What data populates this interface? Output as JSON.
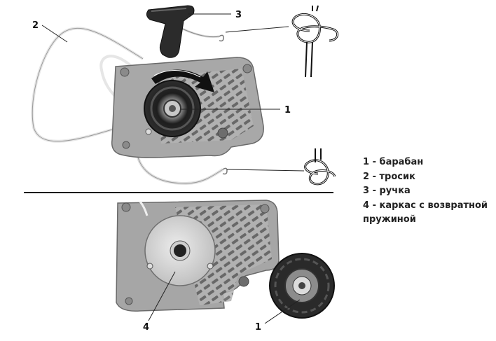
{
  "callouts": {
    "top_drum": "1",
    "top_cord": "2",
    "top_handle": "3",
    "bottom_frame": "4",
    "bottom_drum": "1"
  },
  "legend": {
    "items": [
      "1 - барабан",
      "2 - тросик",
      "3 - ручка",
      "4 -  каркас с возвратной пружиной"
    ]
  },
  "colors": {
    "housing": "#a9a9a9",
    "housing_dark": "#7b7b7b",
    "drum": "#2a2a2a",
    "line": "#222222"
  },
  "icons": [
    "rope-knot-icon",
    "rotation-arrow-icon"
  ]
}
